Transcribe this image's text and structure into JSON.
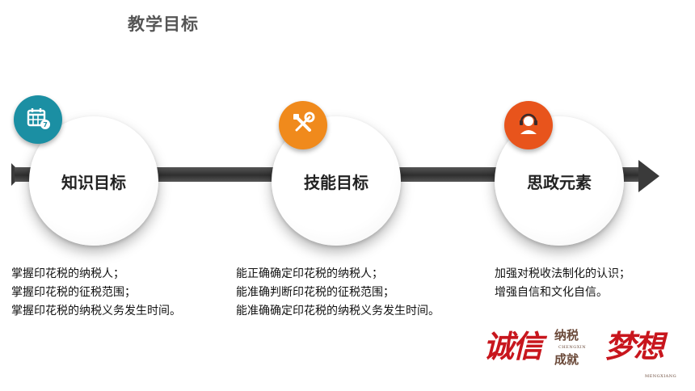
{
  "title": "教学目标",
  "colors": {
    "teal": "#1b8fa3",
    "orange": "#f08a1c",
    "red_orange": "#e8541c",
    "arrow": "#3a3a3a",
    "slogan_red": "#c8161d"
  },
  "steps": [
    {
      "label": "知识目标",
      "icon": "calendar-icon"
    },
    {
      "label": "技能目标",
      "icon": "tools-icon"
    },
    {
      "label": "思政元素",
      "icon": "support-agent-icon"
    }
  ],
  "details": [
    [
      "掌握印花税的纳税人；",
      "掌握印花税的征税范围；",
      "掌握印花税的纳税义务发生时间。"
    ],
    [
      "能正确确定印花税的纳税人；",
      "能准确判断印花税的征税范围；",
      "能准确确定印花税的纳税义务发生时间。"
    ],
    [
      "加强对税收法制化的认识；",
      "增强自信和文化自信。"
    ]
  ],
  "slogan": {
    "part1": "诚信",
    "part2": "纳税",
    "part2_pinyin": "CHENGXIN",
    "part3": "成就",
    "part4": "梦想",
    "part4_pinyin": "MENGXIANG"
  }
}
